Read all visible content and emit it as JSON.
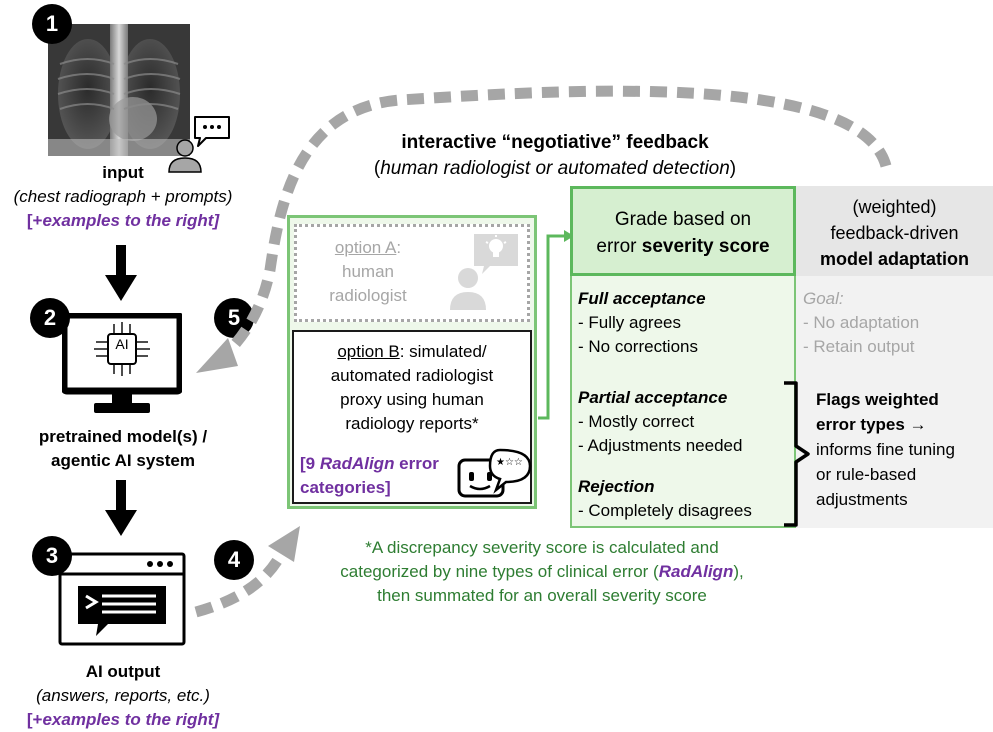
{
  "steps": {
    "s1": "1",
    "s2": "2",
    "s3": "3",
    "s4": "4",
    "s5": "5"
  },
  "input": {
    "title": "input",
    "subtitle": "(chest radiograph + prompts)",
    "examples_open": "[+",
    "examples_word": "examples",
    "examples_close": " to the right]"
  },
  "model": {
    "line1": "pretrained model(s) /",
    "line2": "agentic AI system",
    "chip_label": "AI"
  },
  "output": {
    "title": "AI output",
    "subtitle": "(answers, reports, etc.)",
    "examples_open": "[+",
    "examples_word": "examples",
    "examples_close": " to the right]"
  },
  "feedback": {
    "title": "interactive “negotiative” feedback",
    "sub_open": "(",
    "sub_italic": "human radiologist or automated detection",
    "sub_close": ")"
  },
  "option_a": {
    "label": "option A",
    "colon": ":",
    "line2": "human",
    "line3": "radiologist"
  },
  "option_b": {
    "label": "option B",
    "line1_rest": ": simulated/",
    "line2": "automated radiologist",
    "line3": "proxy using human",
    "line4": "radiology reports*",
    "cat_open": "[9 ",
    "cat_name": "RadAlign",
    "cat_rest": " error",
    "cat_line2": "categories]",
    "stars": "★☆☆"
  },
  "grade": {
    "line1": "Grade based on",
    "line2_plain": "error ",
    "line2_bold": "severity score"
  },
  "adapt": {
    "line1": "(weighted)",
    "line2": "feedback-driven",
    "line3": "model adaptation"
  },
  "full": {
    "title": "Full acceptance",
    "items": [
      "- Fully agrees",
      "- No corrections"
    ]
  },
  "partial": {
    "title": "Partial acceptance",
    "items": [
      "- Mostly correct",
      "- Adjustments needed"
    ]
  },
  "rejection": {
    "title": "Rejection",
    "items": [
      "- Completely disagrees"
    ]
  },
  "goal": {
    "title": "Goal:",
    "items": [
      "- No adaptation",
      "- Retain output"
    ]
  },
  "flags": {
    "line1": "Flags weighted",
    "line2": "error types →",
    "line3": "informs fine tuning",
    "line4": "or rule-based",
    "line5": "adjustments"
  },
  "footnote": {
    "line1": "*A discrepancy severity score is calculated and",
    "line2_pre": "categorized by nine types of clinical error (",
    "line2_name": "RadAlign",
    "line2_post": "),",
    "line3": "then summated for an overall severity score"
  },
  "colors": {
    "green_border": "#5cb85c",
    "green_fill": "#d6efd0",
    "green_light": "#eef8ea",
    "gray_fill": "#e6e6e6",
    "purple": "#7030a0",
    "green_text": "#2e7d32",
    "gray_text": "#a6a6a6"
  },
  "icons": [
    "xray-image",
    "person-icon",
    "speech-bubble-icon",
    "monitor-icon",
    "ai-chip-icon",
    "browser-window-icon",
    "lightbulb-icon",
    "chatbot-icon",
    "down-arrow-icon",
    "dashed-curved-arrow",
    "bracket-icon"
  ]
}
